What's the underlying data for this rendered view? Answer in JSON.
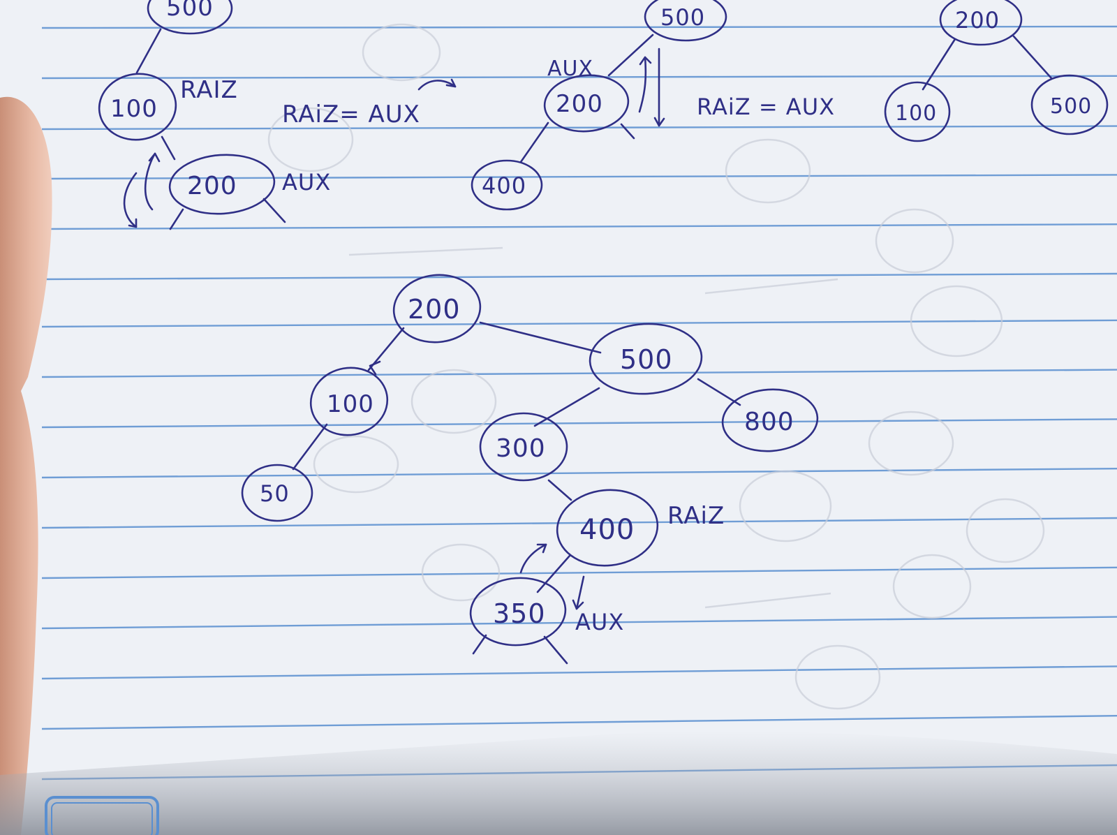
{
  "colors": {
    "paper": "#eef1f6",
    "paper_shadow": "#d9dde6",
    "ruled_line": "#5a8fd0",
    "ink": "#2f2f86",
    "thumb": "#e7b9a4",
    "thumb_shadow": "#c98f77",
    "bleed_through": "#c7cbd6",
    "bottom_shadow": "#9ea3ad"
  },
  "sketch_1": {
    "top_node": "500",
    "root_node": "100",
    "child_node": "200",
    "label_root": "RAIZ",
    "label_aux": "AUX",
    "assignment": "RAiZ= AUX"
  },
  "sketch_2": {
    "top_node": "500",
    "middle_node": "200",
    "bottom_node": "400",
    "label_aux": "AUX",
    "assignment": "RAiZ = AUX"
  },
  "sketch_3": {
    "root_node": "200",
    "left_node": "100",
    "right_node": "500"
  },
  "main_tree": {
    "nodes": {
      "n200": "200",
      "n500": "500",
      "n100": "100",
      "n50": "50",
      "n300": "300",
      "n800": "800",
      "n400": "400",
      "n350": "350"
    },
    "label_root": "RAiZ",
    "label_aux": "AUX"
  }
}
